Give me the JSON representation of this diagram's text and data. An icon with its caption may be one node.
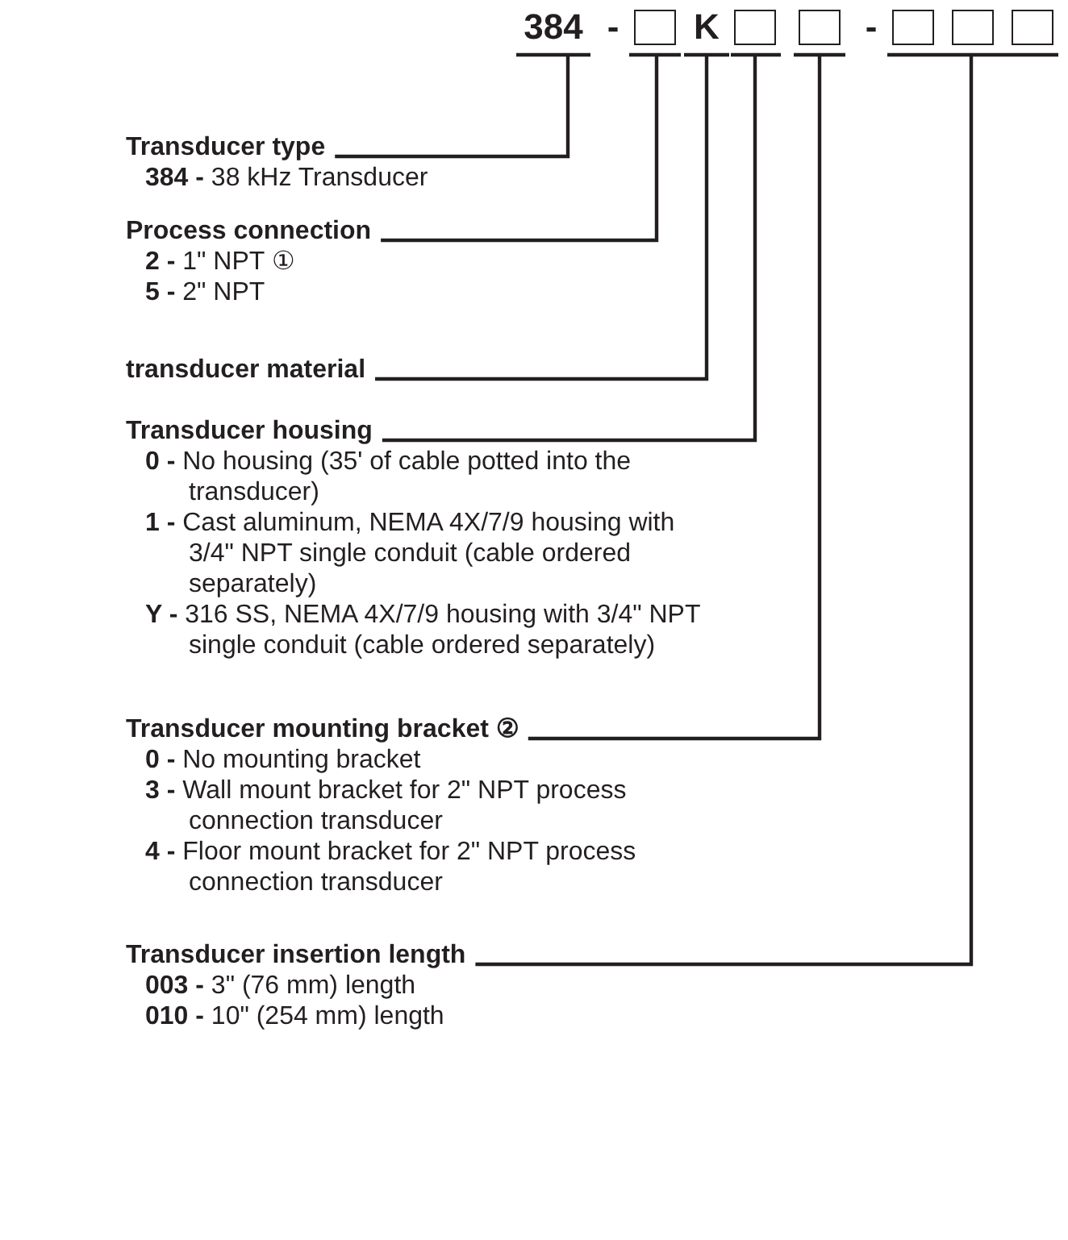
{
  "diagram": {
    "nodes": [
      {
        "text": [
          "384"
        ]
      },
      {
        "text": [],
        "shape": "box"
      },
      {
        "text": [
          "K"
        ]
      },
      {
        "text": [],
        "shape": "box"
      },
      {
        "text": [],
        "shape": "box"
      },
      {
        "text": [],
        "shape": "box"
      },
      {
        "text": [],
        "shape": "box"
      },
      {
        "text": [],
        "shape": "box"
      },
      {
        "text": [
          "Transducer type",
          "**384 -** 38 kHz Transducer"
        ]
      },
      {
        "text": [
          "Process connection",
          "**2 -** 1\" NPT ①",
          "**5 -** 2\" NPT"
        ]
      },
      {
        "text": [
          "transducer material"
        ]
      },
      {
        "text": [
          "Transducer housing",
          "**0 -** No housing (35' of cable potted into the transducer)",
          "**1 -** Cast aluminum, NEMA 4X/7/9 housing with 3/4\" NPT single conduit (cable ordered separately)",
          "**Y -** 316 SS, NEMA 4X/7/9 housing with 3/4\" NPT single conduit (cable ordered separately)"
        ]
      },
      {
        "text": [
          "Transducer mounting bracket ②",
          "**0 -** No mounting bracket",
          "**3 -** Wall mount bracket for 2\" NPT process connection transducer",
          "**4 -** Floor mount bracket for 2\" NPT process connection transducer"
        ]
      },
      {
        "text": [
          "Transducer insertion length",
          "**003 -** 3\" (76 mm) length",
          "**010 -** 10\" (254 mm) length"
        ]
      }
    ],
    "edges": [
      {
        "from": 8,
        "to": 0,
        "arrow": "none"
      },
      {
        "from": 9,
        "to": 1,
        "arrow": "none"
      },
      {
        "from": 10,
        "to": 2,
        "arrow": "none"
      },
      {
        "from": 11,
        "to": 3,
        "arrow": "none"
      },
      {
        "from": 12,
        "to": 4,
        "arrow": "none"
      },
      {
        "from": 13,
        "to": 6,
        "arrow": "none"
      }
    ],
    "labels": [
      "-",
      "-"
    ]
  }
}
